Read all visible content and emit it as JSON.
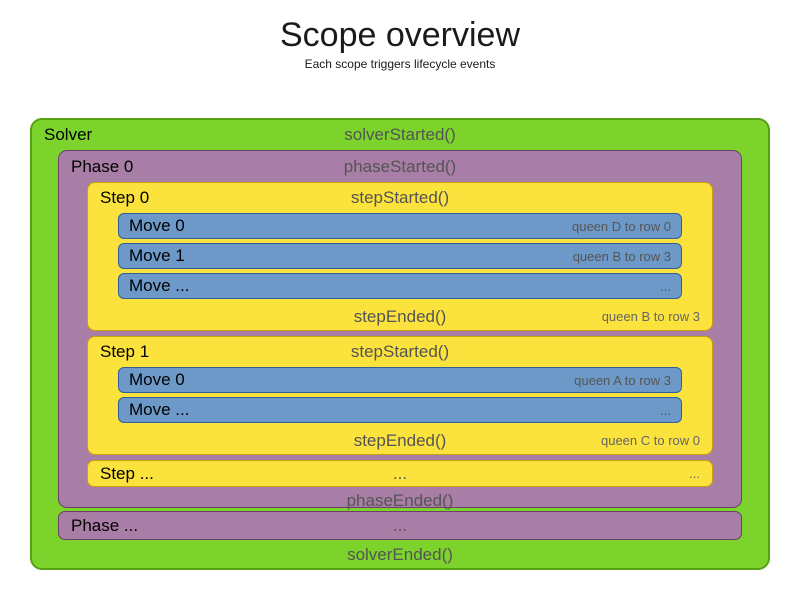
{
  "header": {
    "title": "Scope overview",
    "subtitle": "Each scope triggers lifecycle events"
  },
  "colors": {
    "green": "#7cd32c",
    "green_border": "#55a314",
    "purple": "#a87ea6",
    "purple_border": "#6c3e6a",
    "yellow": "#fbe23d",
    "yellow_border": "#c9a10a",
    "blue": "#6d99c9",
    "blue_border": "#2f5f9b"
  },
  "solver": {
    "label": "Solver",
    "started": "solverStarted()",
    "ended": "solverEnded()",
    "phase": {
      "label": "Phase 0",
      "started": "phaseStarted()",
      "ended": "phaseEnded()",
      "steps": [
        {
          "label": "Step 0",
          "started": "stepStarted()",
          "ended": "stepEnded()",
          "ended_note": "queen B to row 3",
          "moves": [
            {
              "label": "Move 0",
              "note": "queen D to row 0"
            },
            {
              "label": "Move 1",
              "note": "queen B to row 3"
            },
            {
              "label": "Move ...",
              "note": "..."
            }
          ]
        },
        {
          "label": "Step 1",
          "started": "stepStarted()",
          "ended": "stepEnded()",
          "ended_note": "queen C to row 0",
          "moves": [
            {
              "label": "Move 0",
              "note": "queen A to row 3"
            },
            {
              "label": "Move ...",
              "note": "..."
            }
          ]
        }
      ],
      "step_more": {
        "label": "Step ...",
        "center": "...",
        "right": "..."
      }
    },
    "phase_more": {
      "label": "Phase ...",
      "center": "..."
    }
  }
}
